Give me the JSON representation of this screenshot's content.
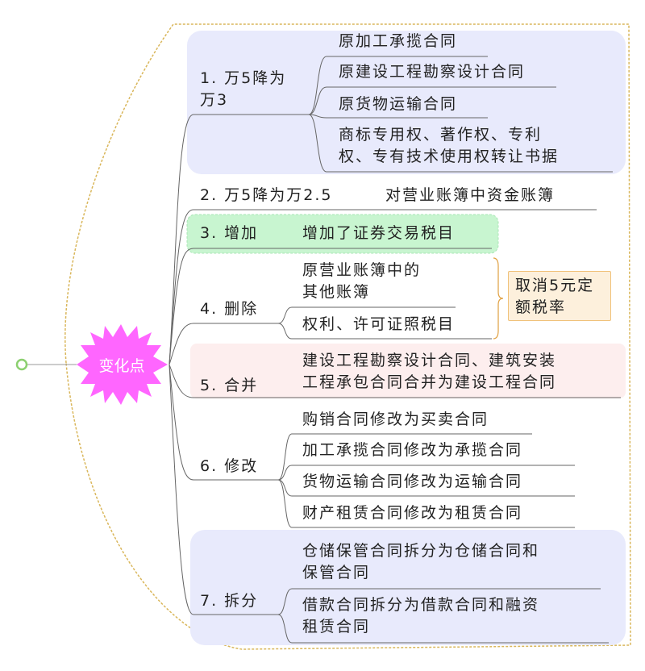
{
  "central": {
    "label": "变化点"
  },
  "branches": [
    {
      "label": "1. 万5降为\n万3",
      "children": [
        "原加工承揽合同",
        "原建设工程勘察设计合同",
        "原货物运输合同",
        "商标专用权、著作权、专利\n权、专有技术使用权转让书据"
      ]
    },
    {
      "label": "2. 万5降为万2.5",
      "children": [
        "对营业账簿中资金账簿"
      ]
    },
    {
      "label": "3. 增加",
      "children": [
        "增加了证券交易税目"
      ]
    },
    {
      "label": "4. 删除",
      "children": [
        "原营业账簿中的\n其他账簿",
        "权利、许可证照税目"
      ],
      "summary": "取消5元定\n额税率"
    },
    {
      "label": "5. 合并",
      "children": [
        "建设工程勘察设计合同、建筑安装\n工程承包合同合并为建设工程合同"
      ]
    },
    {
      "label": "6. 修改",
      "children": [
        "购销合同修改为买卖合同",
        "加工承揽合同修改为承揽合同",
        "货物运输合同修改为运输合同",
        "财产租赁合同修改为租赁合同"
      ]
    },
    {
      "label": "7. 拆分",
      "children": [
        "仓储保管合同拆分为仓储合同和\n保管合同",
        "借款合同拆分为借款合同和融资\n租赁合同"
      ]
    }
  ],
  "colors": {
    "central": "#ff66ff",
    "boundary": "#d9b65a",
    "blue_region": "#e8eafc",
    "green_region": "#c8f5d0",
    "pink_region": "#fdeeee",
    "callout_bg": "#fdf0dc"
  }
}
